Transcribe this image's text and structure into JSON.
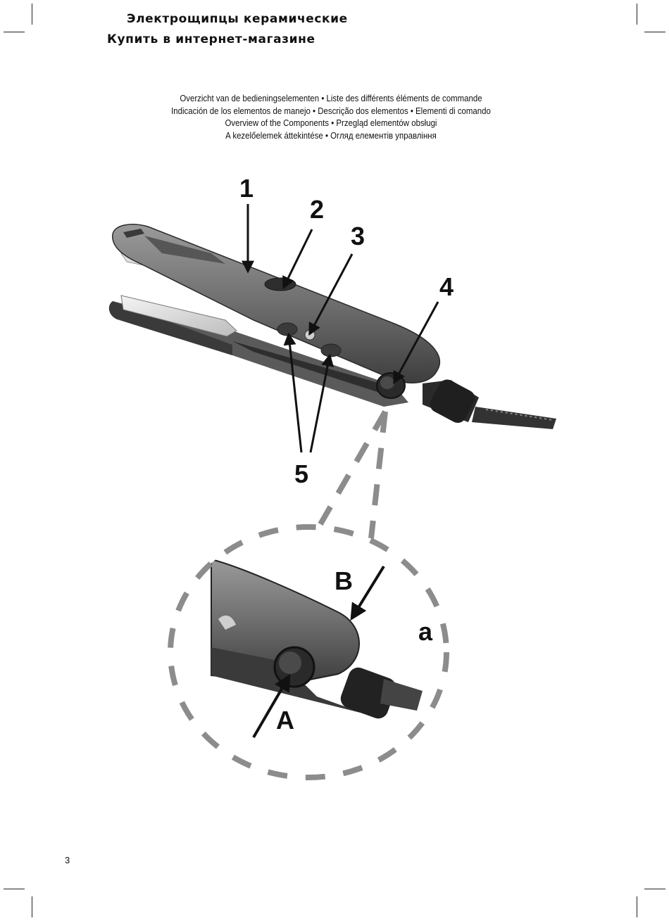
{
  "header": {
    "line1": "Электрощипцы керамические",
    "line2": "Купить в интернет-магазине"
  },
  "overview_lines": [
    "Overzicht van de bedieningselementen • Liste des différents éléments de commande",
    "Indicación de los elementos de manejo • Descrição dos elementos • Elementi di comando",
    "Overview of the Components • Przegląd elementów obsługi",
    "A kezelőelemek áttekintése • Огляд елементів управління"
  ],
  "callouts": {
    "c1": "1",
    "c2": "2",
    "c3": "3",
    "c4": "4",
    "c5": "5",
    "cA": "A",
    "cB": "B",
    "ca": "a"
  },
  "page_number": "3"
}
